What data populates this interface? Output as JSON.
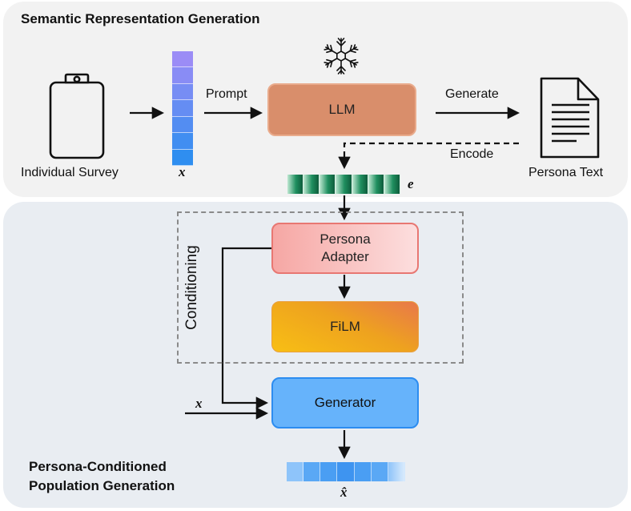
{
  "sections": {
    "top_title": "Semantic Representation Generation",
    "bottom_title_line1": "Persona-Conditioned",
    "bottom_title_line2": "Population Generation"
  },
  "nodes": {
    "survey_label": "Individual Survey",
    "persona_text_label": "Persona Text",
    "llm": "LLM",
    "adapter_line1": "Persona",
    "adapter_line2": "Adapter",
    "film": "FiLM",
    "generator": "Generator",
    "conditioning": "Conditioning"
  },
  "edges": {
    "prompt": "Prompt",
    "generate": "Generate",
    "encode": "Encode"
  },
  "symbols": {
    "x_vector": "x",
    "e_vector": "e",
    "x_input": "x",
    "x_hat": "x̂"
  },
  "colors": {
    "llm": "#d98e6b",
    "adapter": "#f6a7a4",
    "film": "#f8bf14",
    "generator": "#66b3fb",
    "x_vector_top": "#9b8cf6",
    "x_vector_bottom": "#2f8ef0",
    "e_vector": "#1f8f5f"
  },
  "icons": [
    "clipboard-icon",
    "snowflake-icon",
    "document-icon"
  ]
}
